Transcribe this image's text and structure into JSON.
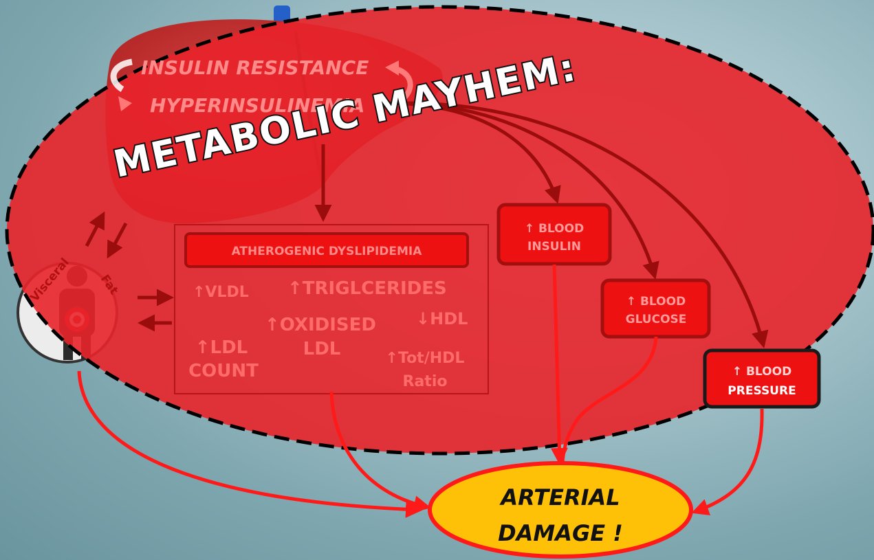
{
  "title": "METABOLIC MAYHEM:",
  "cycle": {
    "insulin_resistance": "INSULIN RESISTANCE",
    "hyperinsulinemia": "HYPERINSULINEMIA"
  },
  "visceral_fat": {
    "word1": "Visceral",
    "word2": "Fat"
  },
  "dyslipidemia": {
    "header": "ATHEROGENIC DYSLIPIDEMIA",
    "vldl": "↑VLDL",
    "triglycerides": "↑TRIGLCERIDES",
    "oxidised_1": "↑OXIDISED",
    "oxidised_2": "LDL",
    "hdl": "↓HDL",
    "ldl_1": "↑LDL",
    "ldl_2": "COUNT",
    "ratio_1": "↑Tot/HDL",
    "ratio_2": "Ratio"
  },
  "boxes": {
    "insulin_1": "↑ BLOOD",
    "insulin_2": "INSULIN",
    "glucose_1": "↑ BLOOD",
    "glucose_2": "GLUCOSE",
    "pressure_1": "↑ BLOOD",
    "pressure_2": "PRESSURE"
  },
  "outcome": {
    "line1": "ARTERIAL",
    "line2": "DAMAGE !"
  },
  "colors": {
    "ellipse": "#e8232a",
    "box": "#ee1111",
    "outcome": "#ffc107",
    "arrow": "#f01818"
  }
}
